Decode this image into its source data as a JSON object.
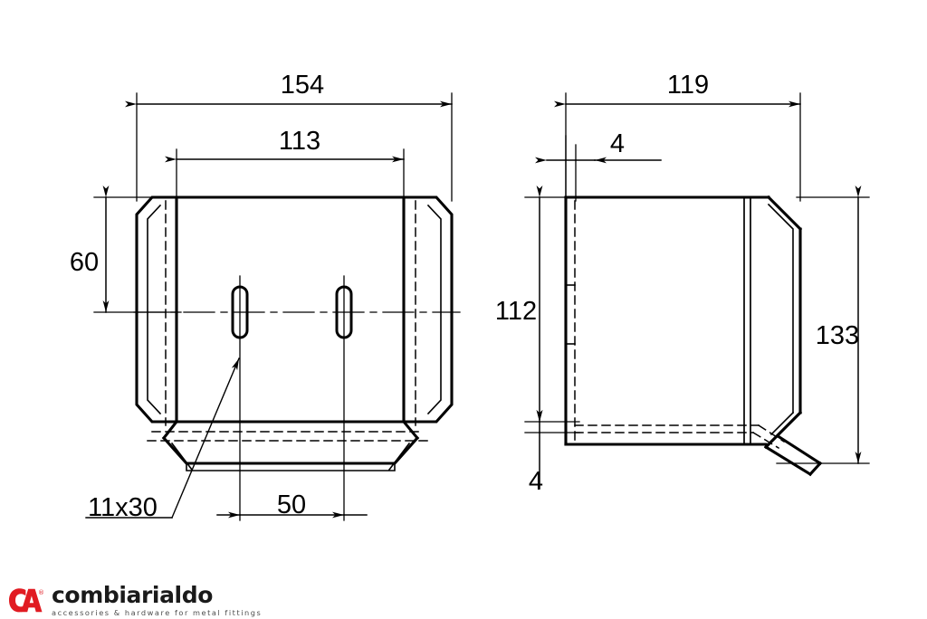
{
  "drawing": {
    "type": "engineering-orthographic-drawing",
    "description": "Two-view technical drawing of a sheet metal bracket / shoe with two oblong slots",
    "line_color": "#000000",
    "background_color": "#ffffff",
    "views": [
      {
        "name": "front-view",
        "label": ""
      },
      {
        "name": "side-view",
        "label": ""
      }
    ],
    "dimensions": {
      "front_overall_width": "154",
      "front_inner_width": "113",
      "front_top_to_slot_center": "60",
      "front_slot_spacing": "50",
      "slot_callout": "11x30",
      "side_overall_width": "119",
      "side_flange_thickness": "4",
      "side_height_main": "112",
      "side_bottom_offset": "4",
      "side_overall_height": "133"
    }
  },
  "logo": {
    "mark_text": "CA",
    "registered_mark": "®",
    "name": "combiarialdo",
    "tagline": "accessories & hardware for metal fittings",
    "mark_color": "#e11b22",
    "name_color": "#1a1a1a",
    "tagline_color": "#4d4d4d"
  }
}
